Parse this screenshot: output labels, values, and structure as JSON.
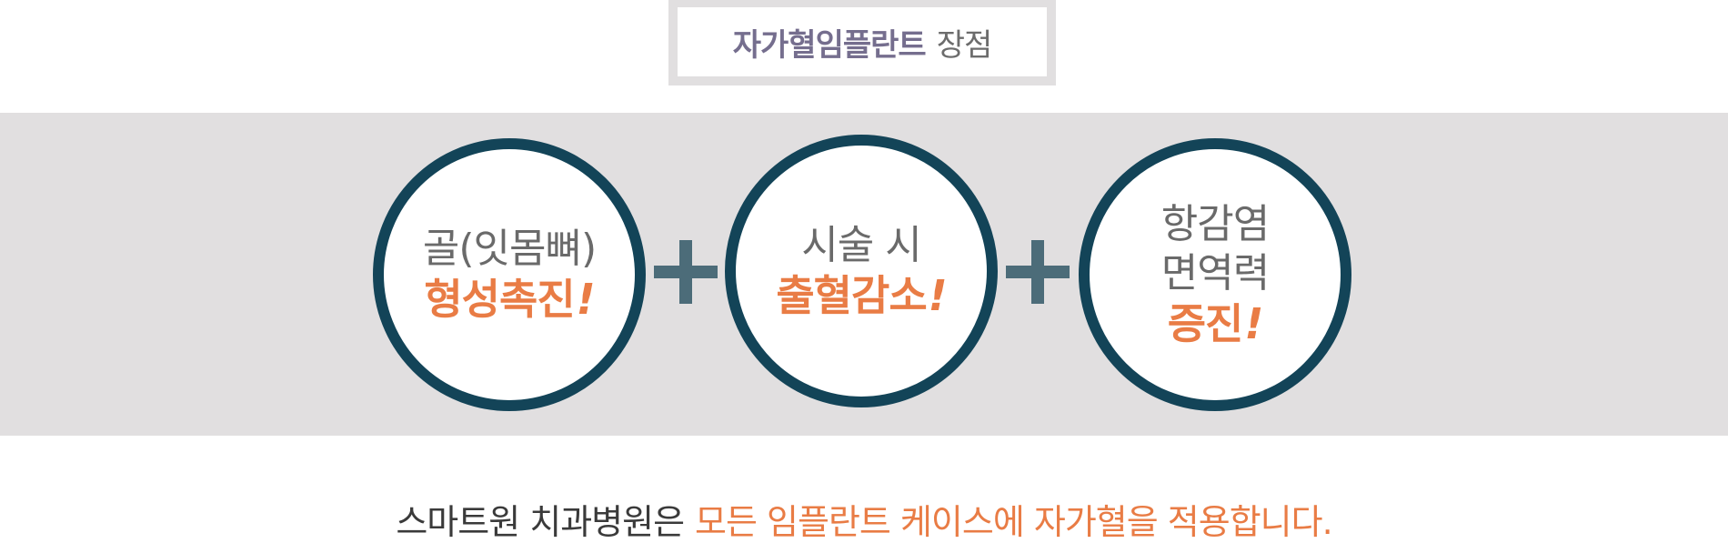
{
  "title": {
    "strong": "자가혈임플란트",
    "light": "장점"
  },
  "circles": [
    {
      "lines": [
        "골(잇몸뼈)"
      ],
      "highlight": "형성촉진",
      "exclamation": "!"
    },
    {
      "lines": [
        "시술 시"
      ],
      "highlight": "출혈감소",
      "exclamation": "!"
    },
    {
      "lines": [
        "항감염",
        "면역력"
      ],
      "highlight": "증진",
      "exclamation": "!"
    }
  ],
  "footer": {
    "dark": "스마트원 치과병원은",
    "accent": "모든 임플란트 케이스에 자가혈을 적용합니다."
  },
  "colors": {
    "ring": "#134458",
    "plus": "#4c6c79",
    "accent": "#e97c45",
    "band": "#e1dfe0",
    "title_strong": "#756e8e"
  },
  "icons": [
    "plus-icon",
    "plus-icon"
  ]
}
